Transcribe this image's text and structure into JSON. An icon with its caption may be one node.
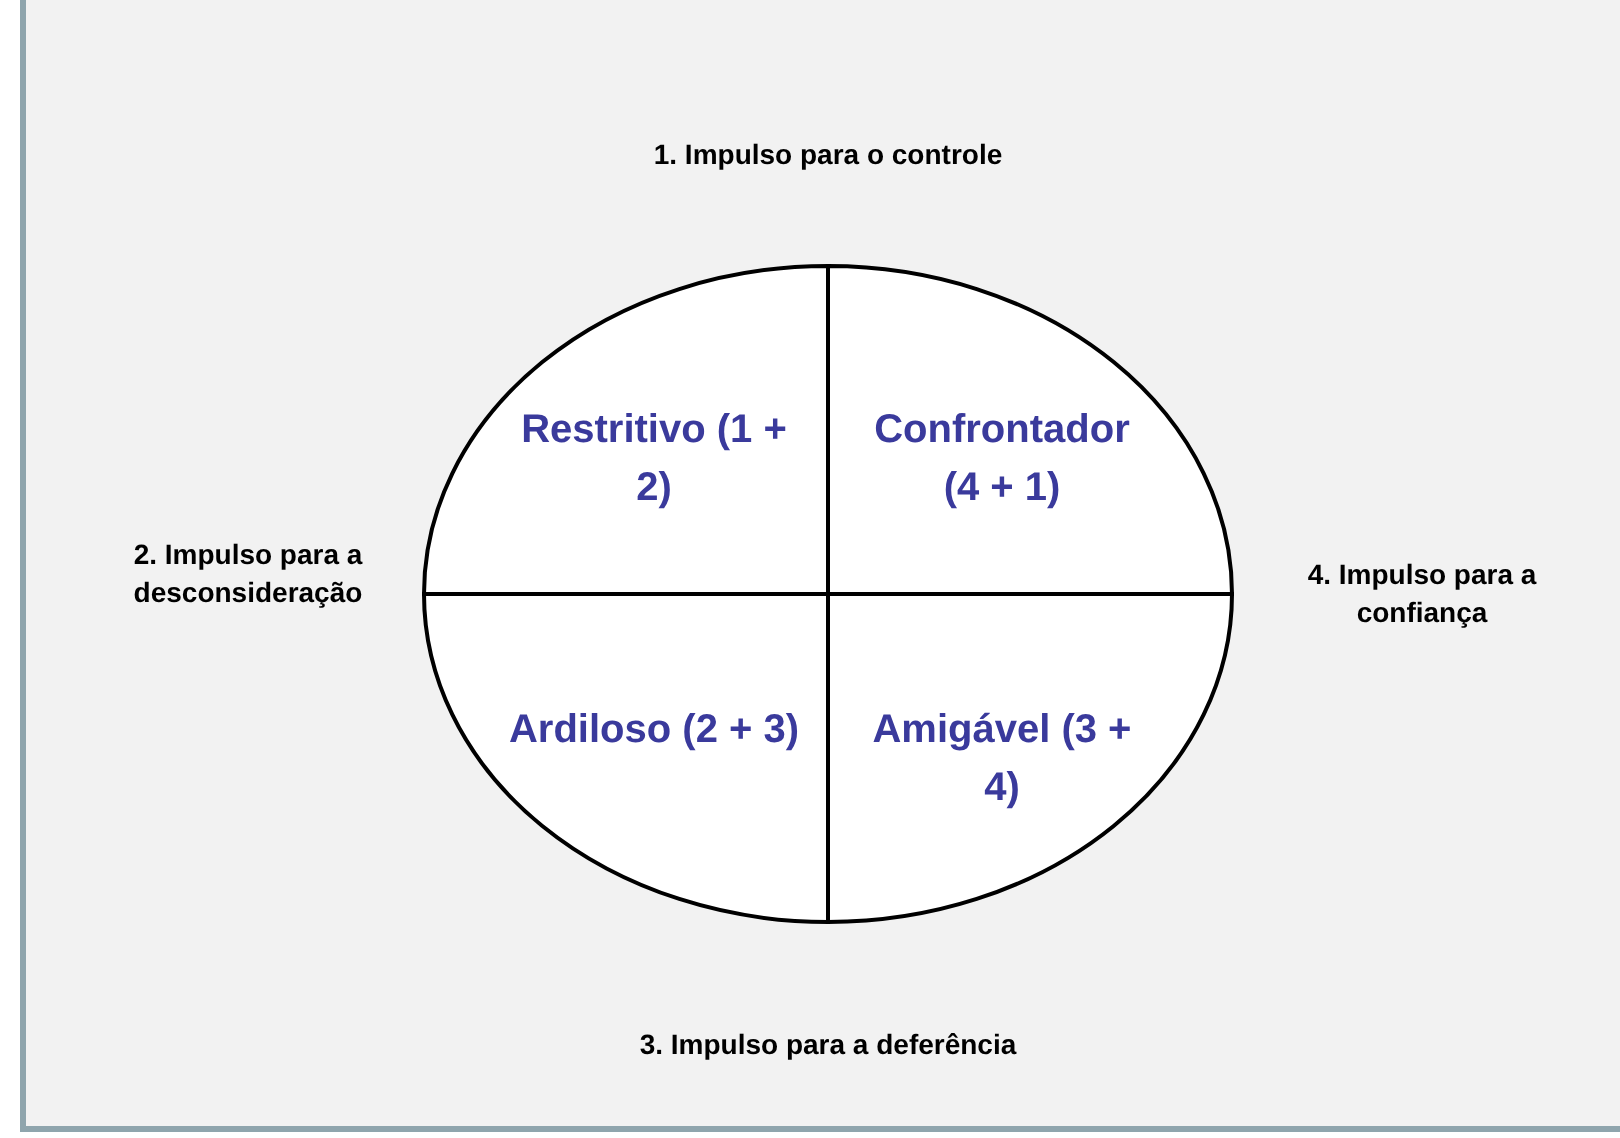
{
  "diagram": {
    "nodes": [
      {
        "text": [
          "Restritivo (1 + 2)"
        ]
      },
      {
        "text": [
          "Confrontador (4 + 1)"
        ]
      },
      {
        "text": [
          "Ardiloso (2 + 3)"
        ]
      },
      {
        "text": [
          "Amigável (3 + 4)"
        ]
      }
    ],
    "labels": [
      "1. Impulso para o controle",
      "2. Impulso para a desconsideração",
      "4. Impulso para a confiança",
      "3. Impulso para a deferência"
    ]
  }
}
